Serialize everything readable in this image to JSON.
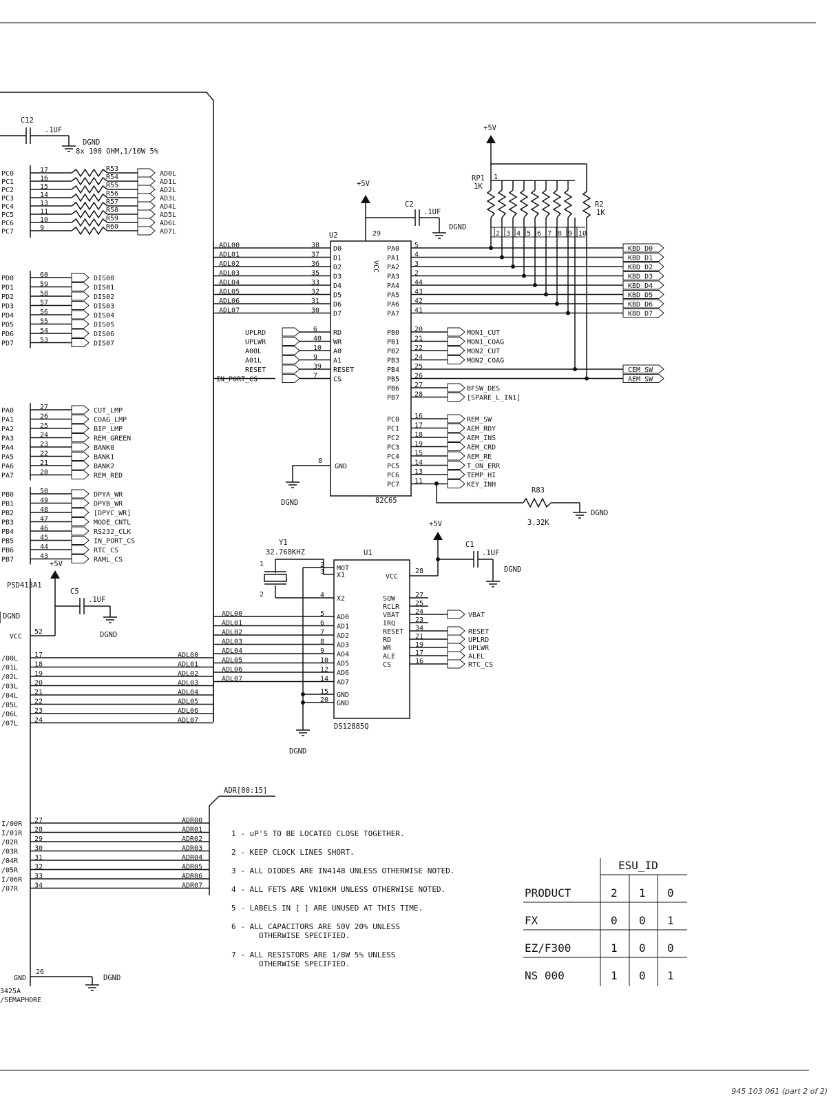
{
  "left": {
    "c12": {
      "ref": "C12",
      "value": ".1UF",
      "gnd": "DGND",
      "rnote": "8x 100 OHM,1/10W 5%"
    },
    "pc_pins": [
      {
        "name": "PC0",
        "pin": "17",
        "res": "R53",
        "net": "AD0L"
      },
      {
        "name": "PC1",
        "pin": "16",
        "res": "R54",
        "net": "AD1L"
      },
      {
        "name": "PC2",
        "pin": "15",
        "res": "R55",
        "net": "AD2L"
      },
      {
        "name": "PC3",
        "pin": "14",
        "res": "R56",
        "net": "AD3L"
      },
      {
        "name": "PC4",
        "pin": "13",
        "res": "R57",
        "net": "AD4L"
      },
      {
        "name": "PC5",
        "pin": "11",
        "res": "R58",
        "net": "AD5L"
      },
      {
        "name": "PC6",
        "pin": "10",
        "res": "R59",
        "net": "AD6L"
      },
      {
        "name": "PC7",
        "pin": "9",
        "res": "R60",
        "net": "AD7L"
      }
    ],
    "pd_pins": [
      {
        "name": "PD0",
        "pin": "60",
        "net": "DIS00"
      },
      {
        "name": "PD1",
        "pin": "59",
        "net": "DIS01"
      },
      {
        "name": "PD2",
        "pin": "58",
        "net": "DIS02"
      },
      {
        "name": "PD3",
        "pin": "57",
        "net": "DIS03"
      },
      {
        "name": "PD4",
        "pin": "56",
        "net": "DIS04"
      },
      {
        "name": "PD5",
        "pin": "55",
        "net": "DIS05"
      },
      {
        "name": "PD6",
        "pin": "54",
        "net": "DIS06"
      },
      {
        "name": "PD7",
        "pin": "53",
        "net": "DIS07"
      }
    ],
    "pa_pins": [
      {
        "name": "PA0",
        "pin": "27",
        "net": "CUT_LMP"
      },
      {
        "name": "PA1",
        "pin": "26",
        "net": "COAG_LMP"
      },
      {
        "name": "PA2",
        "pin": "25",
        "net": "BIP_LMP"
      },
      {
        "name": "PA3",
        "pin": "24",
        "net": "REM_GREEN"
      },
      {
        "name": "PA4",
        "pin": "23",
        "net": "BANK0"
      },
      {
        "name": "PA5",
        "pin": "22",
        "net": "BANK1"
      },
      {
        "name": "PA6",
        "pin": "21",
        "net": "BANK2"
      },
      {
        "name": "PA7",
        "pin": "20",
        "net": "REM_RED"
      }
    ],
    "pb_pins": [
      {
        "name": "PB0",
        "pin": "50",
        "net": "DPYA_WR"
      },
      {
        "name": "PB1",
        "pin": "49",
        "net": "DPYB_WR"
      },
      {
        "name": "PB2",
        "pin": "48",
        "net": "[DPYC_WR]"
      },
      {
        "name": "PB3",
        "pin": "47",
        "net": "MODE_CNTL"
      },
      {
        "name": "PB4",
        "pin": "46",
        "net": "RS232_CLK"
      },
      {
        "name": "PB5",
        "pin": "45",
        "net": "IN_PORT_CS"
      },
      {
        "name": "PB6",
        "pin": "44",
        "net": "RTC_CS"
      },
      {
        "name": "PB7",
        "pin": "43",
        "net": "RAML_CS"
      }
    ],
    "psd_part": "PSD413A1",
    "plus5": "+5V",
    "c5": {
      "ref": "C5",
      "value": ".1UF",
      "gnd": "DGND"
    },
    "left_gnd": "DGND",
    "vcc": {
      "name": "VCC",
      "pin": "52"
    },
    "ad_pins": [
      {
        "name": "/00L",
        "pin": "17",
        "net": "ADL00"
      },
      {
        "name": "/01L",
        "pin": "18",
        "net": "ADL01"
      },
      {
        "name": "/02L",
        "pin": "19",
        "net": "ADL02"
      },
      {
        "name": "/03L",
        "pin": "20",
        "net": "ADL03"
      },
      {
        "name": "/04L",
        "pin": "21",
        "net": "ADL04"
      },
      {
        "name": "/05L",
        "pin": "22",
        "net": "ADL05"
      },
      {
        "name": "/06L",
        "pin": "23",
        "net": "ADL06"
      },
      {
        "name": "/07L",
        "pin": "24",
        "net": "ADL07"
      }
    ],
    "adr_bus": "ADR[00:15]",
    "adr_pins": [
      {
        "name": "I/00R",
        "pin": "27",
        "net": "ADR00"
      },
      {
        "name": "I/01R",
        "pin": "28",
        "net": "ADR01"
      },
      {
        "name": "/02R",
        "pin": "29",
        "net": "ADR02"
      },
      {
        "name": "/03R",
        "pin": "30",
        "net": "ADR03"
      },
      {
        "name": "/04R",
        "pin": "31",
        "net": "ADR04"
      },
      {
        "name": "/05R",
        "pin": "32",
        "net": "ADR05"
      },
      {
        "name": "I/06R",
        "pin": "33",
        "net": "ADR06"
      },
      {
        "name": "/07R",
        "pin": "34",
        "net": "ADR07"
      }
    ],
    "gnd_pin": {
      "name": "GND",
      "pin": "26",
      "net": "DGND"
    },
    "part_bottom": "3425A",
    "semaphore": "/SEMAPHORE"
  },
  "u2": {
    "ref": "U2",
    "part": "82C65",
    "vcc_pin": "29",
    "vcc_label": "VCC",
    "plus5": "+5V",
    "c2": {
      "ref": "C2",
      "value": ".1UF",
      "gnd": "DGND"
    },
    "data_pins": [
      {
        "net": "ADL00",
        "pin": "38",
        "name": "D0"
      },
      {
        "net": "ADL01",
        "pin": "37",
        "name": "D1"
      },
      {
        "net": "ADL02",
        "pin": "36",
        "name": "D2"
      },
      {
        "net": "ADL03",
        "pin": "35",
        "name": "D3"
      },
      {
        "net": "ADL04",
        "pin": "33",
        "name": "D4"
      },
      {
        "net": "ADL05",
        "pin": "32",
        "name": "D5"
      },
      {
        "net": "ADL06",
        "pin": "31",
        "name": "D6"
      },
      {
        "net": "ADL07",
        "pin": "30",
        "name": "D7"
      }
    ],
    "ctrl_pins": [
      {
        "net": "UPLRD",
        "pin": "6",
        "name": "RD"
      },
      {
        "net": "UPLWR",
        "pin": "40",
        "name": "WR"
      },
      {
        "net": "A00L",
        "pin": "10",
        "name": "A0"
      },
      {
        "net": "A01L",
        "pin": "9",
        "name": "A1"
      },
      {
        "net": "RESET",
        "pin": "39",
        "name": "RESET"
      },
      {
        "net": "IN_PORT_CS",
        "pin": "7",
        "name": "CS"
      }
    ],
    "gnd": {
      "pin": "8",
      "name": "GND",
      "net": "DGND"
    },
    "pa_pins": [
      {
        "name": "PA0",
        "pin": "5",
        "net": "KBD_D0"
      },
      {
        "name": "PA1",
        "pin": "4",
        "net": "KBD_D1"
      },
      {
        "name": "PA2",
        "pin": "3",
        "net": "KBD_D2"
      },
      {
        "name": "PA3",
        "pin": "2",
        "net": "KBD_D3"
      },
      {
        "name": "PA4",
        "pin": "44",
        "net": "KBD_D4"
      },
      {
        "name": "PA5",
        "pin": "43",
        "net": "KBD_D5"
      },
      {
        "name": "PA6",
        "pin": "42",
        "net": "KBD_D6"
      },
      {
        "name": "PA7",
        "pin": "41",
        "net": "KBD_D7"
      }
    ],
    "pb_pins": [
      {
        "name": "PB0",
        "pin": "20",
        "net": "MON1_CUT"
      },
      {
        "name": "PB1",
        "pin": "21",
        "net": "MON1_COAG"
      },
      {
        "name": "PB2",
        "pin": "22",
        "net": "MON2_CUT"
      },
      {
        "name": "PB3",
        "pin": "24",
        "net": "MON2_COAG"
      },
      {
        "name": "PB4",
        "pin": "25",
        "net": "CEM_SW"
      },
      {
        "name": "PB5",
        "pin": "26",
        "net": "AEM_SW"
      },
      {
        "name": "PB6",
        "pin": "27",
        "net": "BFSW_DES"
      },
      {
        "name": "PB7",
        "pin": "28",
        "net": "[SPARE_L_IN1]"
      }
    ],
    "pc_pins": [
      {
        "name": "PC0",
        "pin": "16",
        "net": "REM_SW"
      },
      {
        "name": "PC1",
        "pin": "17",
        "net": "AEM_RDY"
      },
      {
        "name": "PC2",
        "pin": "18",
        "net": "AEM_INS"
      },
      {
        "name": "PC3",
        "pin": "19",
        "net": "AEM_CRD"
      },
      {
        "name": "PC4",
        "pin": "15",
        "net": "AEM_RE"
      },
      {
        "name": "PC5",
        "pin": "14",
        "net": "T_ON_ERR"
      },
      {
        "name": "PC6",
        "pin": "13",
        "net": "TEMP_HI"
      },
      {
        "name": "PC7",
        "pin": "11",
        "net": "KEY_INH"
      }
    ],
    "r83": {
      "ref": "R83",
      "value": "3.32K",
      "gnd": "DGND"
    }
  },
  "rp1": {
    "plus5": "+5V",
    "ref": "RP1",
    "value": "1K",
    "pin1": "1",
    "pins": [
      "2",
      "3",
      "4",
      "5",
      "6",
      "7",
      "8",
      "9",
      "10"
    ],
    "r2": {
      "ref": "R2",
      "value": "1K"
    }
  },
  "u1": {
    "ref": "U1",
    "part": "DS12885Q",
    "y1": {
      "ref": "Y1",
      "value": "32.768KHZ",
      "p1": "1",
      "p2": "2"
    },
    "left_pins": [
      {
        "pin": "2",
        "name": "MOT"
      },
      {
        "pin": "3",
        "name": "X1"
      },
      {
        "pin": "4",
        "name": "X2"
      }
    ],
    "ad_pins": [
      {
        "net": "ADL00",
        "pin": "5",
        "name": "AD0"
      },
      {
        "net": "ADL01",
        "pin": "6",
        "name": "AD1"
      },
      {
        "net": "ADL02",
        "pin": "7",
        "name": "AD2"
      },
      {
        "net": "ADL03",
        "pin": "8",
        "name": "AD3"
      },
      {
        "net": "ADL04",
        "pin": "9",
        "name": "AD4"
      },
      {
        "net": "ADL05",
        "pin": "10",
        "name": "AD5"
      },
      {
        "net": "ADL06",
        "pin": "12",
        "name": "AD6"
      },
      {
        "net": "ADL07",
        "pin": "14",
        "name": "AD7"
      }
    ],
    "gnd_pins": [
      {
        "pin": "15",
        "name": "GND"
      },
      {
        "pin": "20",
        "name": "GND"
      }
    ],
    "gnd_label": "DGND",
    "vcc": {
      "pin": "28",
      "name": "VCC",
      "plus5": "+5V"
    },
    "c1": {
      "ref": "C1",
      "value": ".1UF",
      "gnd": "DGND"
    },
    "right_pins": [
      {
        "pin": "27",
        "name": "SQW",
        "net": ""
      },
      {
        "pin": "25",
        "name": "RCLR",
        "net": ""
      },
      {
        "pin": "24",
        "name": "VBAT",
        "net": "VBAT"
      },
      {
        "pin": "23",
        "name": "IRQ",
        "net": ""
      },
      {
        "pin": "34",
        "name": "RESET",
        "net": "RESET"
      },
      {
        "pin": "21",
        "name": "RD",
        "net": "UPLRD"
      },
      {
        "pin": "19",
        "name": "WR",
        "net": "UPLWR"
      },
      {
        "pin": "17",
        "name": "ALE",
        "net": "ALEL"
      },
      {
        "pin": "16",
        "name": "CS",
        "net": "RTC_CS"
      }
    ]
  },
  "notes": [
    "1 - uP'S TO BE LOCATED CLOSE TOGETHER.",
    "2 - KEEP CLOCK LINES SHORT.",
    "3 - ALL DIODES ARE IN4148 UNLESS OTHERWISE NOTED.",
    "4 - ALL FETS ARE VN10KM UNLESS OTHERWISE NOTED.",
    "5 - LABELS IN [ ] ARE UNUSED AT THIS TIME.",
    "6 - ALL CAPACITORS ARE 50V 20% UNLESS",
    "OTHERWISE SPECIFIED.",
    "7 - ALL RESISTORS ARE 1/8W 5% UNLESS",
    "OTHERWISE SPECIFIED."
  ],
  "esu_table": {
    "header": "ESU_ID",
    "rows": [
      {
        "label": "PRODUCT",
        "bits": [
          "2",
          "1",
          "0"
        ]
      },
      {
        "label": "FX",
        "bits": [
          "0",
          "0",
          "1"
        ]
      },
      {
        "label": "EZ/F300",
        "bits": [
          "1",
          "0",
          "0"
        ]
      },
      {
        "label": "NS 000",
        "bits": [
          "1",
          "0",
          "1"
        ]
      }
    ]
  },
  "footer": "945 103 061 (part 2 of 2)"
}
